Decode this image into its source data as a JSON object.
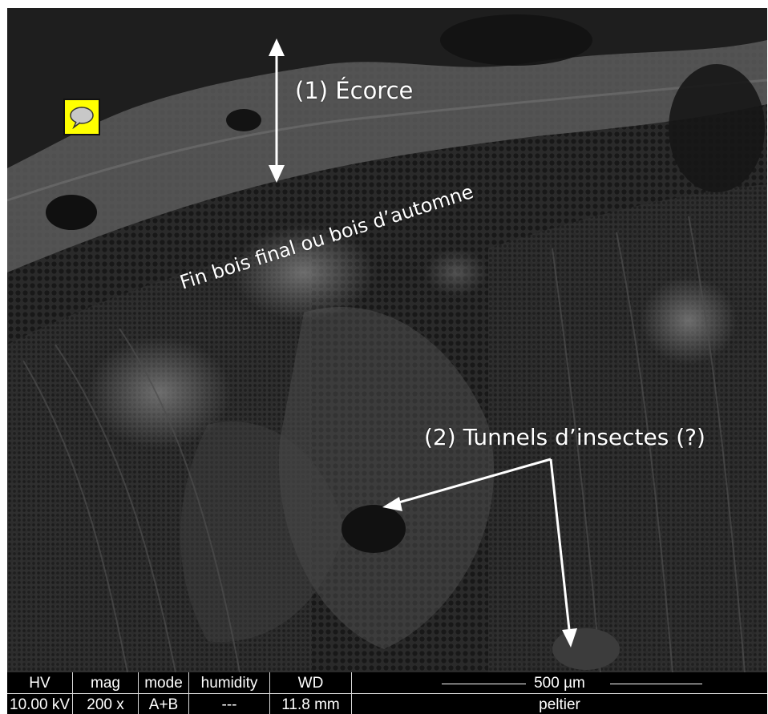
{
  "annotations": {
    "ecorce": "(1) Écorce",
    "fin_bois": "Fin bois final ou bois d’automne",
    "tunnels": "(2) Tunnels d’insectes (?)"
  },
  "note_icon": "speech-bubble-icon",
  "databar": {
    "hv": {
      "header": "HV",
      "value": "10.00 kV"
    },
    "mag": {
      "header": "mag",
      "value": "200 x"
    },
    "mode": {
      "header": "mode",
      "value": "A+B"
    },
    "humidity": {
      "header": "humidity",
      "value": "---"
    },
    "wd": {
      "header": "WD",
      "value": "11.8 mm"
    },
    "scale_bar": "500 µm",
    "operator": "peltier"
  },
  "colors": {
    "note_fill": "#ffff00",
    "annotation_text": "#ffffff",
    "databar_bg": "#000000"
  }
}
